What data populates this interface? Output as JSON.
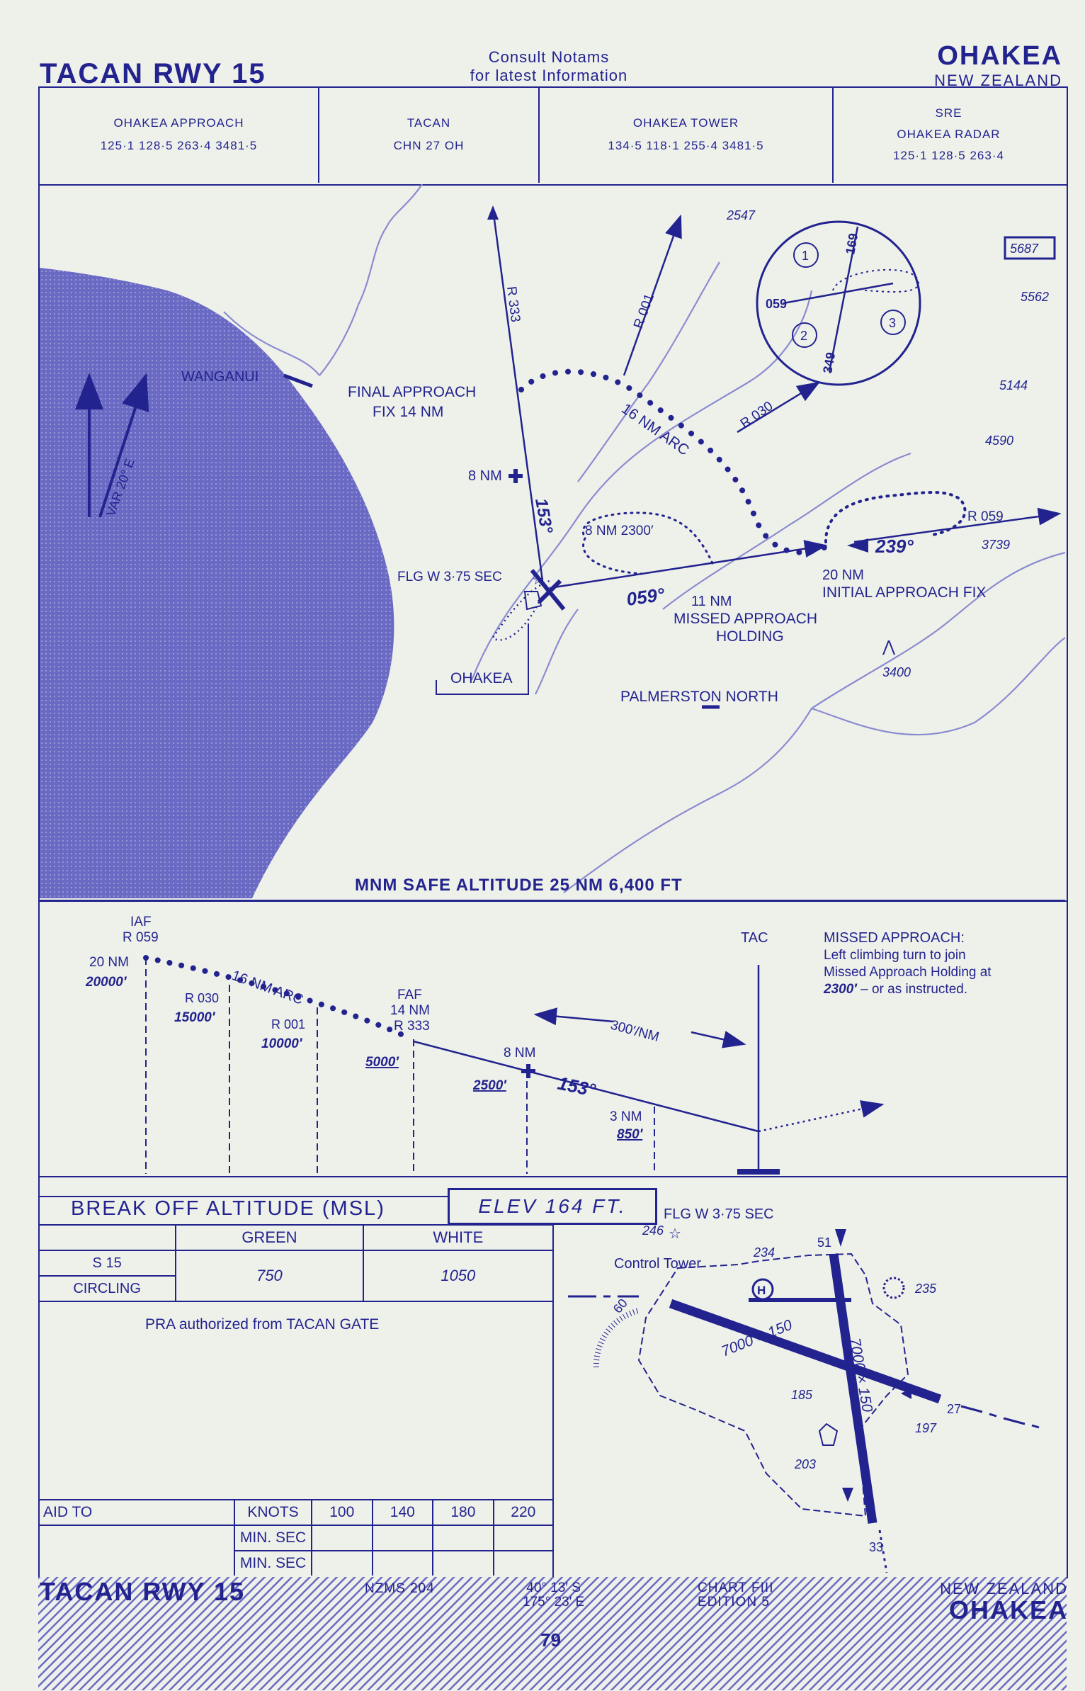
{
  "header": {
    "title_left": "TACAN RWY 15",
    "notams_line1": "Consult Notams",
    "notams_line2": "for latest Information",
    "airport": "OHAKEA",
    "country": "NEW ZEALAND"
  },
  "frequencies": [
    {
      "name": "OHAKEA APPROACH",
      "value": "125·1 128·5 263·4 3481·5"
    },
    {
      "name": "TACAN",
      "value": "CHN 27 OH"
    },
    {
      "name": "OHAKEA TOWER",
      "value": "134·5 118·1 255·4 3481·5"
    },
    {
      "name_line1": "SRE",
      "name_line2": "OHAKEA RADAR",
      "value": "125·1 128·5 263·4"
    }
  ],
  "plan_view": {
    "var": "VAR 20° E",
    "wanganui": "WANGANUI",
    "final_fix_line1": "FINAL APPROACH",
    "final_fix_line2": "FIX 14 NM",
    "r333": "R 333",
    "r001": "R 001",
    "r030": "R 030",
    "r059": "R 059",
    "arc16": "16 NM ARC",
    "nm8": "8 NM",
    "course153": "153°",
    "nm8_2300": "8 NM 2300′",
    "flg": "FLG W 3·75 SEC",
    "course059": "059°",
    "course239": "239°",
    "nm11": "11 NM",
    "missed_holding_line1": "MISSED APPROACH",
    "missed_holding_line2": "HOLDING",
    "nm20": "20 NM",
    "iaf": "INITIAL APPROACH FIX",
    "ohakea": "OHAKEA",
    "palmerston": "PALMERSTON NORTH",
    "elevations": [
      "2547",
      "5687",
      "5562",
      "5144",
      "4590",
      "3739",
      "3400"
    ],
    "holding_inset": {
      "h1": "1",
      "h2": "2",
      "h3": "3",
      "r169": "169",
      "r059": "059",
      "r349": "349"
    },
    "msa": "MNM SAFE ALTITUDE 25 NM 6,400 FT"
  },
  "profile": {
    "iaf_line1": "IAF",
    "iaf_line2": "R 059",
    "nm20": "20 NM",
    "alt20": "20000′",
    "arc": "16 NM ARC",
    "r030": "R 030",
    "alt15": "15000′",
    "r001": "R 001",
    "alt10": "10000′",
    "faf1": "FAF",
    "faf2": "14 NM",
    "faf3": "R 333",
    "alt5": "5000′",
    "nm8": "8 NM",
    "alt2500": "2500′",
    "course": "153°",
    "gradient": "300′/NM",
    "nm3": "3 NM",
    "alt850": "850′",
    "tac": "TAC",
    "missed_title": "MISSED APPROACH:",
    "missed_line1": "Left climbing turn to join",
    "missed_line2": "Missed Approach Holding at",
    "missed_alt": "2300′",
    "missed_line3": " – or as instructed."
  },
  "minimums": {
    "title": "BREAK OFF ALTITUDE (MSL)",
    "elev": "ELEV 164 FT.",
    "col_green": "GREEN",
    "col_white": "WHITE",
    "row1": "S 15",
    "row2": "CIRCLING",
    "green_val": "750",
    "white_val": "1050",
    "pra": "PRA authorized from TACAN GATE"
  },
  "aid_table": {
    "aid_to": "AID TO",
    "knots": "KNOTS",
    "speeds": [
      "100",
      "140",
      "180",
      "220"
    ],
    "min_sec": "MIN. SEC"
  },
  "aerodrome": {
    "flg": "FLG W 3·75 SEC",
    "e246": "246",
    "tower": "Control Tower",
    "e234": "234",
    "r51": "51",
    "e235": "235",
    "r60": "60",
    "rwy1": "7000 × 150",
    "rwy2": "7000 × 150",
    "e185": "185",
    "r27": "27",
    "e197": "197",
    "e203": "203",
    "r33": "33"
  },
  "footer": {
    "title": "TACAN RWY 15",
    "nzms": "NZMS 204",
    "lat": "40° 13′ S",
    "lon": "175° 23′ E",
    "chart": "CHART FIII",
    "edition": "EDITION 5",
    "page": "79",
    "country": "NEW ZEALAND",
    "airport": "OHAKEA"
  }
}
